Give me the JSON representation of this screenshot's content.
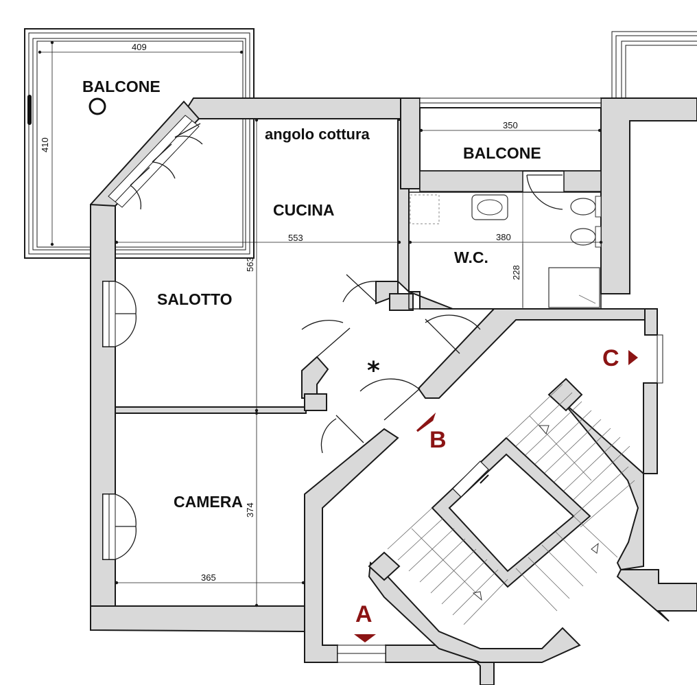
{
  "rooms": {
    "balcone_left": "BALCONE",
    "balcone_right": "BALCONE",
    "angolo_cottura": "angolo cottura",
    "cucina": "CUCINA",
    "salotto": "SALOTTO",
    "camera": "CAMERA",
    "wc": "W.C."
  },
  "dimensions": {
    "balcone_left_width": "409",
    "balcone_left_depth": "410",
    "balcone_right_width": "350",
    "living_width": "553",
    "living_depth": "563",
    "wc_width": "380",
    "wc_depth": "228",
    "camera_width": "365",
    "camera_depth": "374"
  },
  "markers": {
    "a": "A",
    "b": "B",
    "c": "C",
    "asterisk": "*"
  },
  "colors": {
    "wall_fill": "#d9d9d9",
    "wall_stroke": "#1a1a1a",
    "marker": "#8b1414"
  }
}
